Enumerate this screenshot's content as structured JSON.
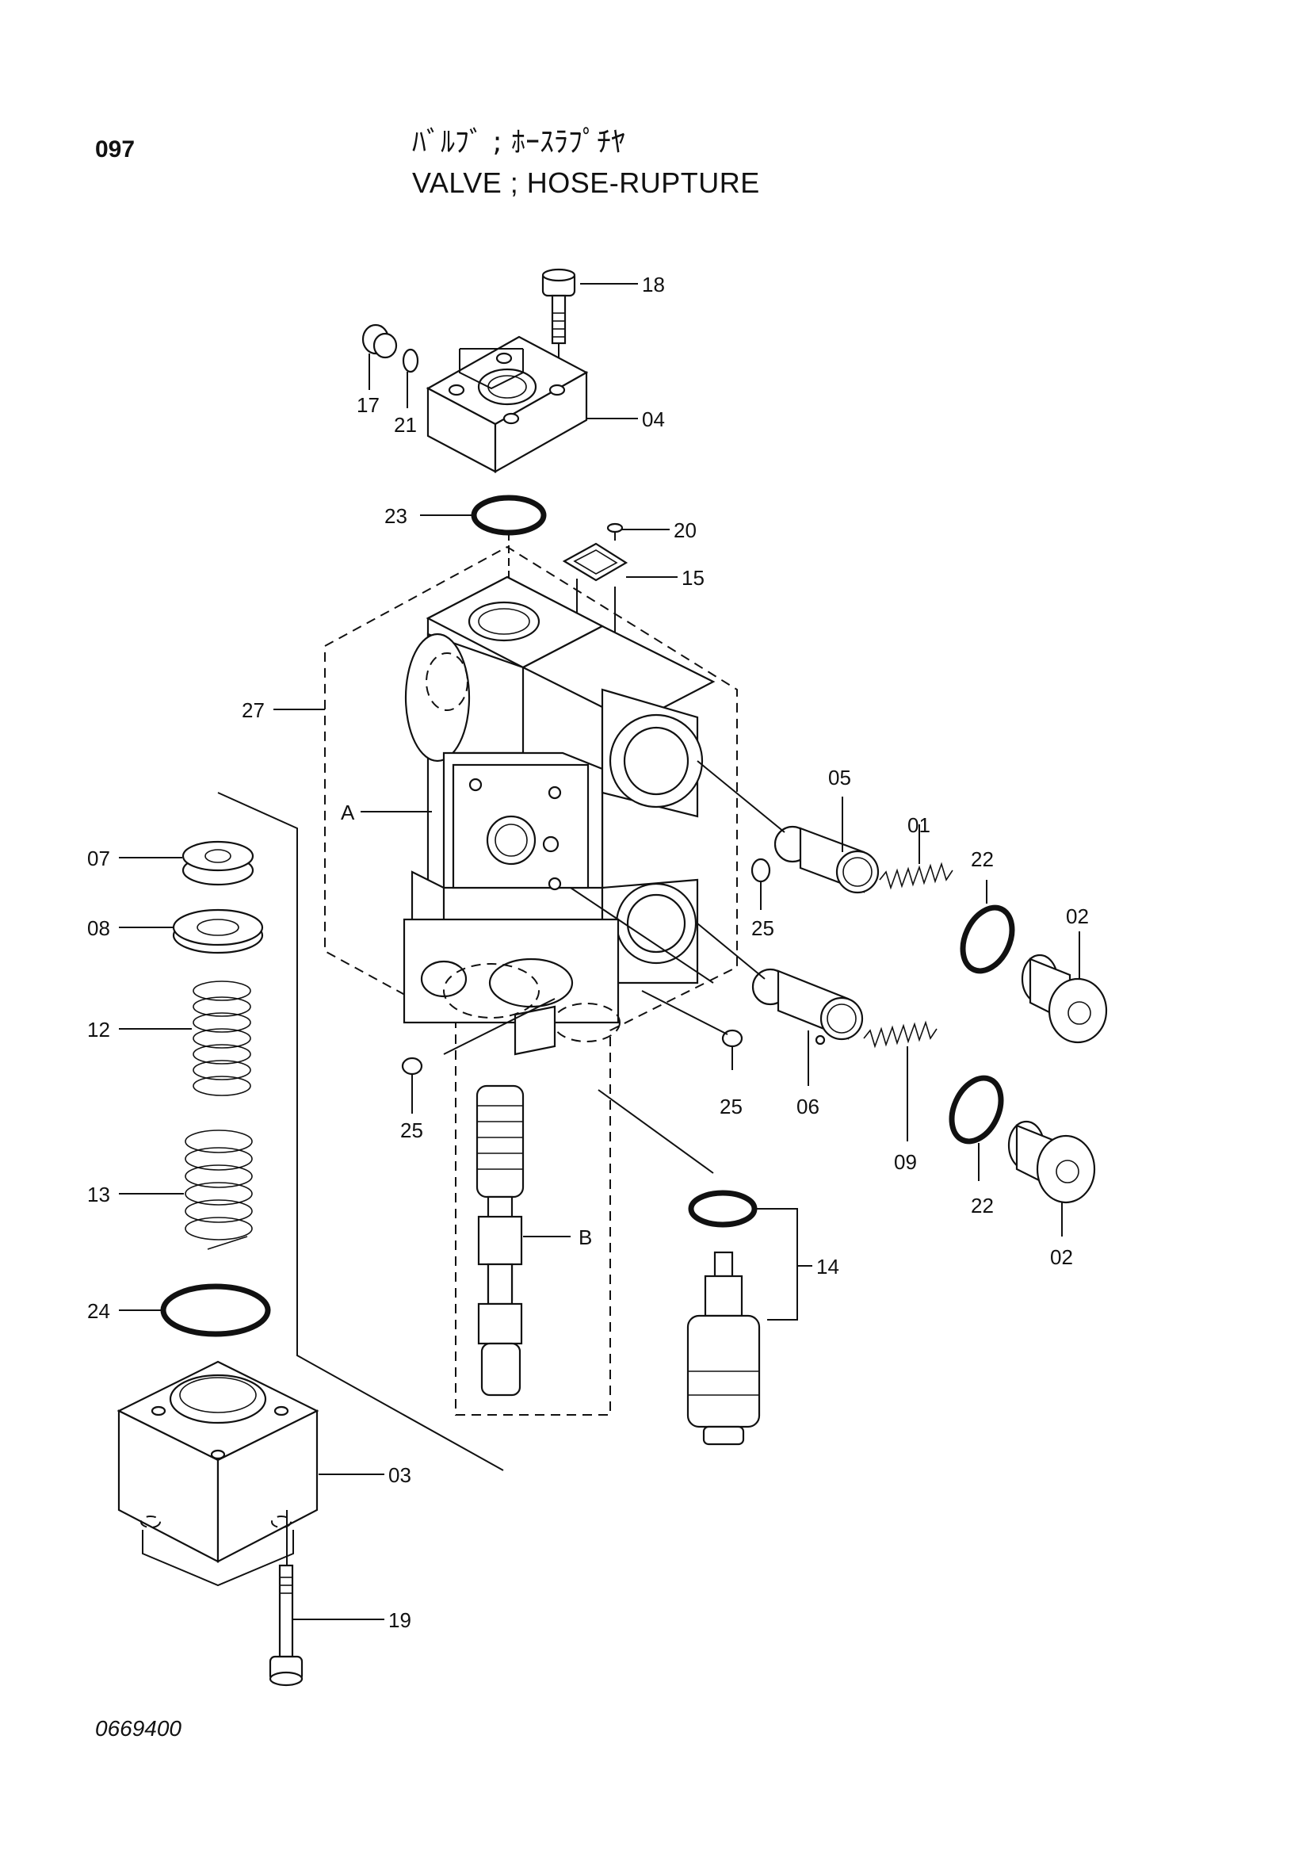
{
  "header": {
    "page_number": "097",
    "title_jp": "ﾊﾞﾙﾌﾞ ; ﾎｰｽﾗﾌﾟﾁﾔ",
    "title_en": "VALVE ; HOSE-RUPTURE"
  },
  "footer": {
    "figure_code": "0669400"
  },
  "callouts": {
    "c01": "01",
    "c02a": "02",
    "c02b": "02",
    "c03": "03",
    "c04": "04",
    "c05": "05",
    "c06": "06",
    "c07": "07",
    "c08": "08",
    "c09": "09",
    "c12": "12",
    "c13": "13",
    "c14": "14",
    "c15": "15",
    "c17": "17",
    "c18": "18",
    "c19": "19",
    "c20": "20",
    "c21": "21",
    "c22a": "22",
    "c22b": "22",
    "c23": "23",
    "c24": "24",
    "c25a": "25",
    "c25b": "25",
    "c25c": "25",
    "c27": "27",
    "cA": "A",
    "cB": "B"
  }
}
